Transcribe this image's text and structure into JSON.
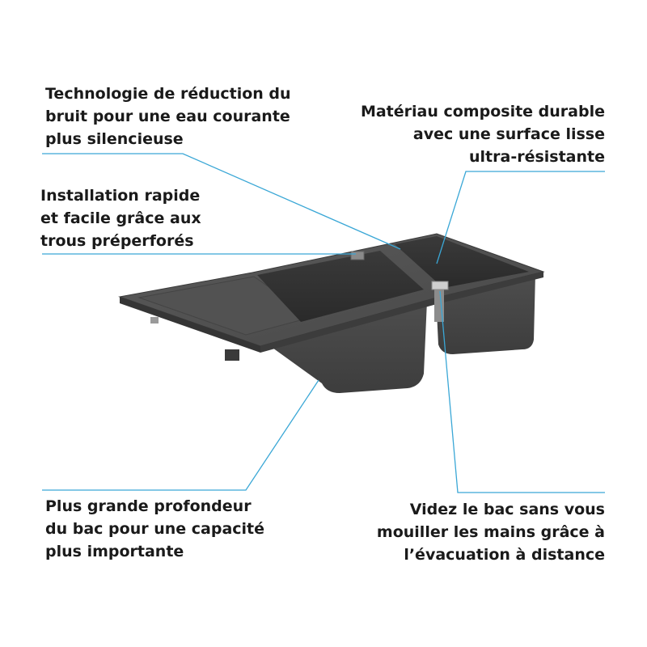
{
  "callouts": {
    "noise": {
      "lines": [
        "Technologie de réduction du",
        "bruit pour une eau courante",
        "plus silencieuse"
      ]
    },
    "material": {
      "lines": [
        "Matériau composite durable",
        "avec une surface lisse",
        "ultra-résistante"
      ]
    },
    "install": {
      "lines": [
        "Installation rapide",
        "et facile grâce aux",
        "trous préperforés"
      ]
    },
    "depth": {
      "lines": [
        "Plus grande profondeur",
        "du bac pour une capacité",
        "plus importante"
      ]
    },
    "drain": {
      "lines": [
        "Videz le bac sans vous",
        "mouiller les mains grâce à",
        "l’évacuation à distance"
      ]
    }
  },
  "colors": {
    "leader_line": "#3aa7d6",
    "sink_body": "#4a4a4a",
    "sink_dark": "#2b2b2b",
    "sink_light": "#5e5e5e",
    "text": "#1a1a1a"
  }
}
